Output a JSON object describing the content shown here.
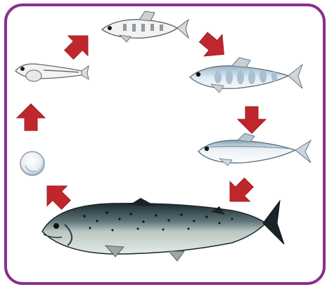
{
  "diagram": {
    "kind": "salmon-life-cycle",
    "colors": {
      "border": "#8b2e8f",
      "arrow": "#c0272d",
      "adult_back": "#1e2a2e",
      "adult_belly": "#cfd8d2",
      "parr_marks": "#b9cfe0",
      "smolt_silver": "#e6eef2"
    },
    "stages": [
      {
        "name": "egg",
        "icon": "egg-icon"
      },
      {
        "name": "alevin",
        "icon": "alevin-icon"
      },
      {
        "name": "fry",
        "icon": "fry-icon"
      },
      {
        "name": "parr",
        "icon": "parr-icon"
      },
      {
        "name": "smolt",
        "icon": "smolt-icon"
      },
      {
        "name": "adult",
        "icon": "adult-salmon-icon"
      }
    ],
    "arrows": [
      {
        "from": "egg",
        "to": "alevin",
        "direction": "up"
      },
      {
        "from": "alevin",
        "to": "fry",
        "direction": "up-right"
      },
      {
        "from": "fry",
        "to": "parr",
        "direction": "down-right"
      },
      {
        "from": "parr",
        "to": "smolt",
        "direction": "down"
      },
      {
        "from": "smolt",
        "to": "adult",
        "direction": "down-left"
      },
      {
        "from": "adult",
        "to": "egg",
        "direction": "up-left"
      }
    ]
  }
}
